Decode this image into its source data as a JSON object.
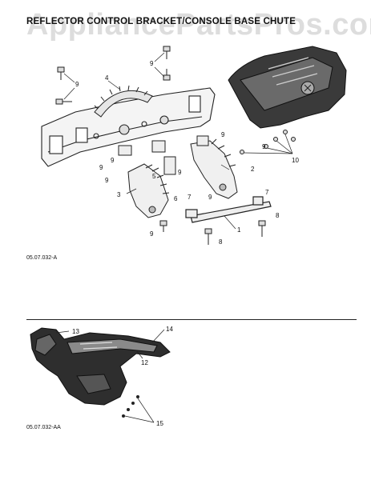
{
  "title": "REFLECTOR CONTROL BRACKET/CONSOLE BASE CHUTE",
  "watermark": "AppliancePartsPros.com",
  "codes": {
    "top": "05.07.032-A",
    "bottom": "05.07.032-AA"
  },
  "callouts_top": [
    "4",
    "9",
    "9",
    "9",
    "9",
    "9",
    "9",
    "9",
    "9",
    "10",
    "2",
    "3",
    "5",
    "6",
    "7",
    "7",
    "8",
    "8",
    "1",
    "9",
    "9"
  ],
  "callouts_bottom": [
    "13",
    "14",
    "12",
    "15"
  ]
}
